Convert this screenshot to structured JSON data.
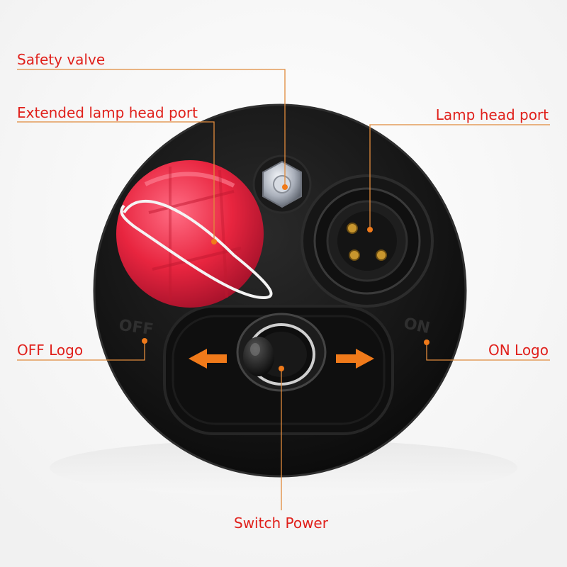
{
  "labels": {
    "safety_valve": "Safety valve",
    "extended_port": "Extended lamp head port",
    "lamp_port": "Lamp head port",
    "off_logo": "OFF Logo",
    "on_logo": "ON Logo",
    "switch_power": "Switch Power"
  },
  "embossed": {
    "off": "OFF",
    "on": "ON"
  },
  "colors": {
    "label_text": "#e0201b",
    "leader_line": "#e08a3c",
    "arrow": "#f07a1a",
    "cap": "#e8253f",
    "body": "#141414"
  }
}
